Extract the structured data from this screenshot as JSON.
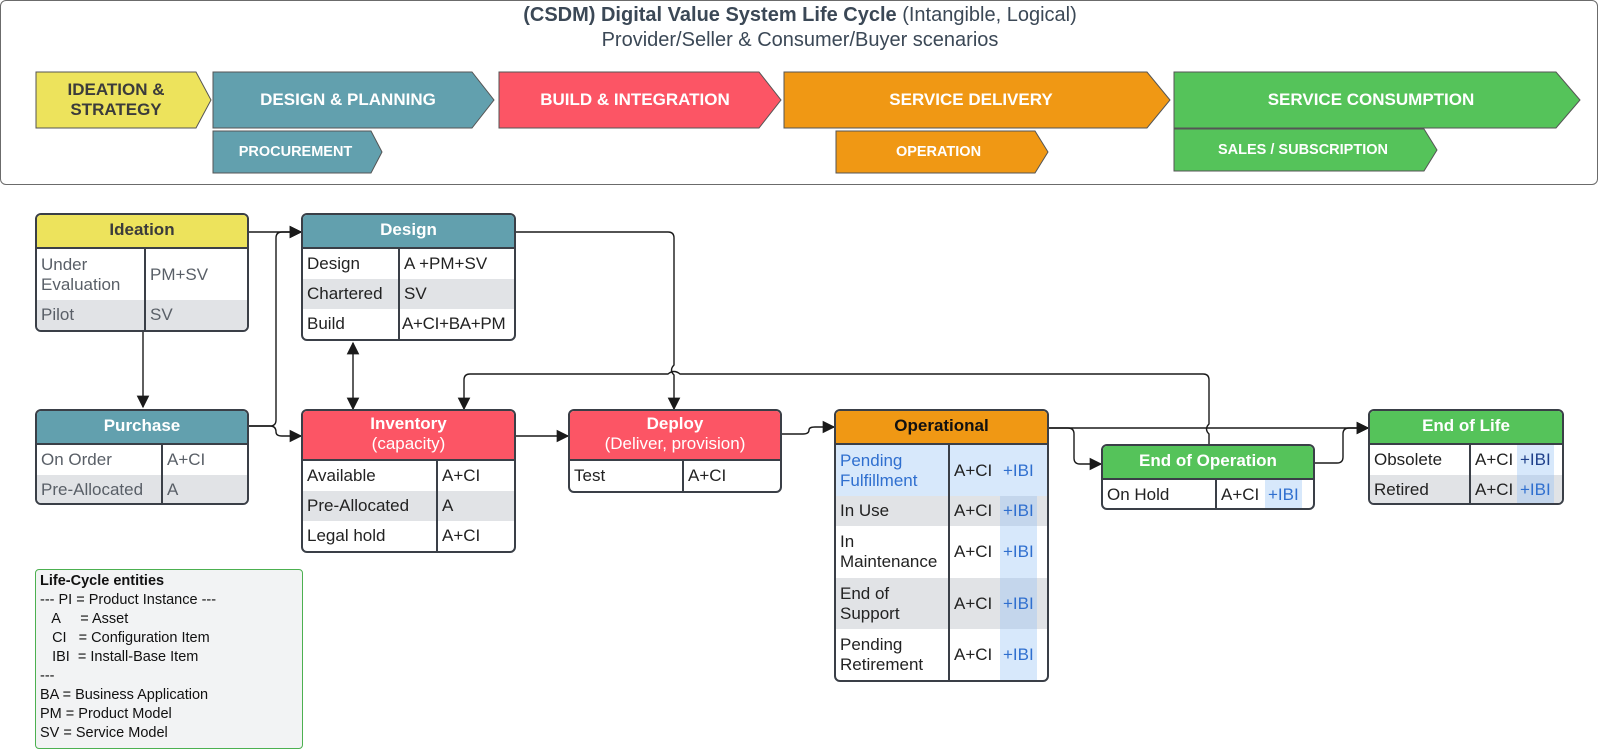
{
  "header": {
    "title_bold": "(CSDM) Digital Value System Life Cycle",
    "title_rest": " (Intangible, Logical)",
    "subtitle": "Provider/Seller & Consumer/Buyer scenarios"
  },
  "phases": [
    {
      "label": "IDEATION &\nSTRATEGY",
      "color": "#ede35c"
    },
    {
      "label": "DESIGN & PLANNING",
      "color": "#62a0ae"
    },
    {
      "label": "BUILD & INTEGRATION",
      "color": "#fc5565"
    },
    {
      "label": "SERVICE DELIVERY",
      "color": "#f09814"
    },
    {
      "label": "SERVICE CONSUMPTION",
      "color": "#55c35a"
    }
  ],
  "subphases": [
    {
      "label": "PROCUREMENT",
      "color": "#62a0ae"
    },
    {
      "label": "OPERATION",
      "color": "#f09814"
    },
    {
      "label": "SALES / SUBSCRIPTION",
      "color": "#55c35a"
    }
  ],
  "nodes": {
    "ideation": {
      "title": "Ideation",
      "rows": [
        {
          "state": "Under Evaluation",
          "entities": "PM+SV"
        },
        {
          "state": "Pilot",
          "entities": "SV"
        }
      ]
    },
    "design": {
      "title": "Design",
      "rows": [
        {
          "state": "Design",
          "entities": "A +PM+SV"
        },
        {
          "state": "Chartered",
          "entities": "SV"
        },
        {
          "state": "Build",
          "entities": "A+CI+BA+PM"
        }
      ]
    },
    "purchase": {
      "title": "Purchase",
      "rows": [
        {
          "state": "On Order",
          "entities": "A+CI"
        },
        {
          "state": "Pre-Allocated",
          "entities": "A"
        }
      ]
    },
    "inventory": {
      "title": "Inventory",
      "subtitle": "(capacity)",
      "rows": [
        {
          "state": "Available",
          "entities": "A+CI"
        },
        {
          "state": "Pre-Allocated",
          "entities": "A"
        },
        {
          "state": "Legal hold",
          "entities": "A+CI"
        }
      ]
    },
    "deploy": {
      "title": "Deploy",
      "subtitle": "(Deliver, provision)",
      "rows": [
        {
          "state": "Test",
          "entities": "A+CI"
        }
      ]
    },
    "operational": {
      "title": "Operational",
      "rows": [
        {
          "state": "Pending Fulfillment",
          "entities": "A+CI",
          "ibi": "+IBI"
        },
        {
          "state": "In Use",
          "entities": "A+CI",
          "ibi": "+IBI"
        },
        {
          "state": "In Maintenance",
          "entities": "A+CI",
          "ibi": "+IBI"
        },
        {
          "state": "End of Support",
          "entities": "A+CI",
          "ibi": "+IBI"
        },
        {
          "state": "Pending Retirement",
          "entities": "A+CI",
          "ibi": "+IBI"
        }
      ]
    },
    "end_of_operation": {
      "title": "End of Operation",
      "rows": [
        {
          "state": "On Hold",
          "entities": "A+CI",
          "ibi": "+IBI"
        }
      ]
    },
    "end_of_life": {
      "title": "End of Life",
      "rows": [
        {
          "state": "Obsolete",
          "entities": "A+CI",
          "ibi": "+IBI"
        },
        {
          "state": "Retired",
          "entities": "A+CI",
          "ibi": "+IBI"
        }
      ]
    }
  },
  "legend": {
    "title": "Life-Cycle entities",
    "lines": [
      "--- PI = Product Instance ---",
      "   A     = Asset",
      "   CI   = Configuration Item",
      "   IBI  = Install-Base Item",
      "---",
      "BA = Business Application",
      "PM = Product Model",
      "SV = Service Model"
    ]
  }
}
